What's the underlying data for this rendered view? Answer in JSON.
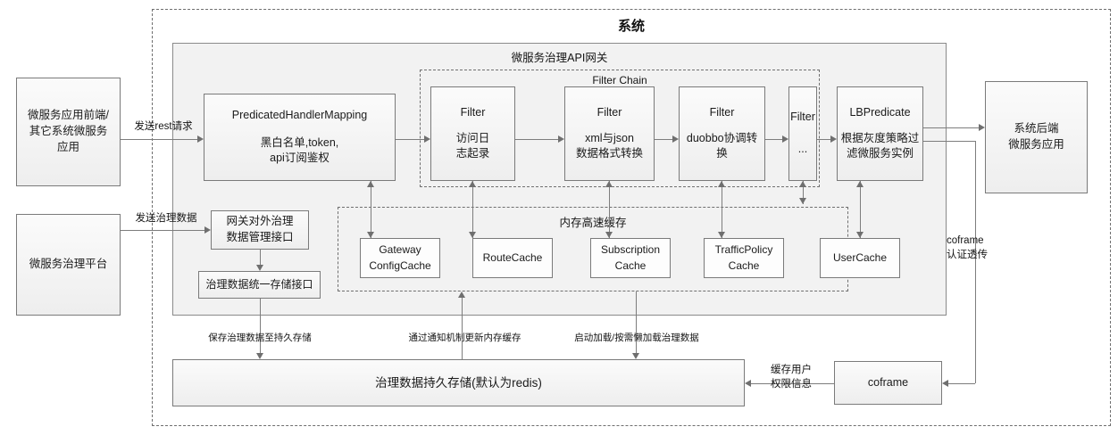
{
  "diagram": {
    "system_title": "系统",
    "gateway_panel_title": "微服务治理API网关",
    "filter_chain_title": "Filter Chain",
    "cache_panel_title": "内存高速缓存"
  },
  "external": {
    "frontend_app": "微服务应用前端/\n其它系统微服务\n应用",
    "frontend_app_lines": [
      "微服务应用前端/",
      "其它系统微服务",
      "应用"
    ],
    "governance_platform": "微服务治理平台",
    "backend_app_lines": [
      "系统后端",
      "微服务应用"
    ],
    "coframe": "coframe"
  },
  "gateway": {
    "handler_mapping": {
      "title": "PredicatedHandlerMapping",
      "desc_lines": [
        "黑白名单,token,",
        "api订阅鉴权"
      ]
    },
    "external_api_box_lines": [
      "网关对外治理",
      "数据管理接口"
    ],
    "unified_storage_box": "治理数据统一存储接口",
    "lb_predicate": {
      "title": "LBPredicate",
      "desc_lines": [
        "根据灰度策略过",
        "滤微服务实例"
      ]
    }
  },
  "filters": [
    {
      "title": "Filter",
      "desc_lines": [
        "访问日",
        "志起录"
      ]
    },
    {
      "title": "Filter",
      "desc_lines": [
        "xml与json",
        "数据格式转换"
      ]
    },
    {
      "title": "Filter",
      "desc_lines": [
        "duobbo协调转",
        "换"
      ]
    },
    {
      "title": "Filter",
      "desc_lines": [
        "..."
      ]
    }
  ],
  "caches": [
    {
      "lines": [
        "Gateway",
        "ConfigCache"
      ]
    },
    {
      "lines": [
        "RouteCache"
      ]
    },
    {
      "lines": [
        "Subscription",
        "Cache"
      ]
    },
    {
      "lines": [
        "TrafficPolicy",
        "Cache"
      ]
    },
    {
      "lines": [
        "UserCache"
      ]
    }
  ],
  "storage": {
    "persistence_box": "治理数据持久存储(默认为redis)"
  },
  "edge_labels": {
    "send_rest_request": "发送rest请求",
    "send_governance_data": "发送治理数据",
    "save_to_persistence": "保存治理数据至持久存储",
    "notify_update_cache": "通过通知机制更新内存缓存",
    "startup_lazy_load": "启动加载/按需懒加载治理数据",
    "cache_user_permission_lines": [
      "缓存用户",
      "权限信息"
    ],
    "coframe_auth_lines": [
      "coframe",
      "认证透传"
    ]
  },
  "colors": {
    "box_border": "#7a7a7a",
    "panel_bg": "#f2f2f2",
    "line": "#7d7d7d",
    "dashed_border": "#6f6f6f",
    "text": "#141414"
  }
}
